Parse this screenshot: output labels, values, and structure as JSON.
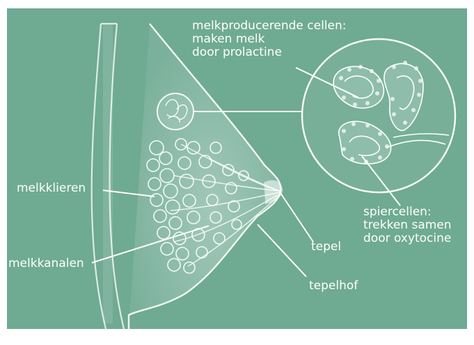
{
  "colors": {
    "background": "#6faa93",
    "chalk": "#ffffff"
  },
  "labels": {
    "producing_cells": {
      "line1": "melkproducerende cellen:",
      "line2": "maken melk",
      "line3": "door prolactine"
    },
    "muscle_cells": {
      "line1": "spiercellen:",
      "line2": "trekken samen",
      "line3": "door oxytocine"
    },
    "glands": "melkklieren",
    "ducts": "melkkanalen",
    "nipple": "tepel",
    "areola": "tepelhof"
  }
}
